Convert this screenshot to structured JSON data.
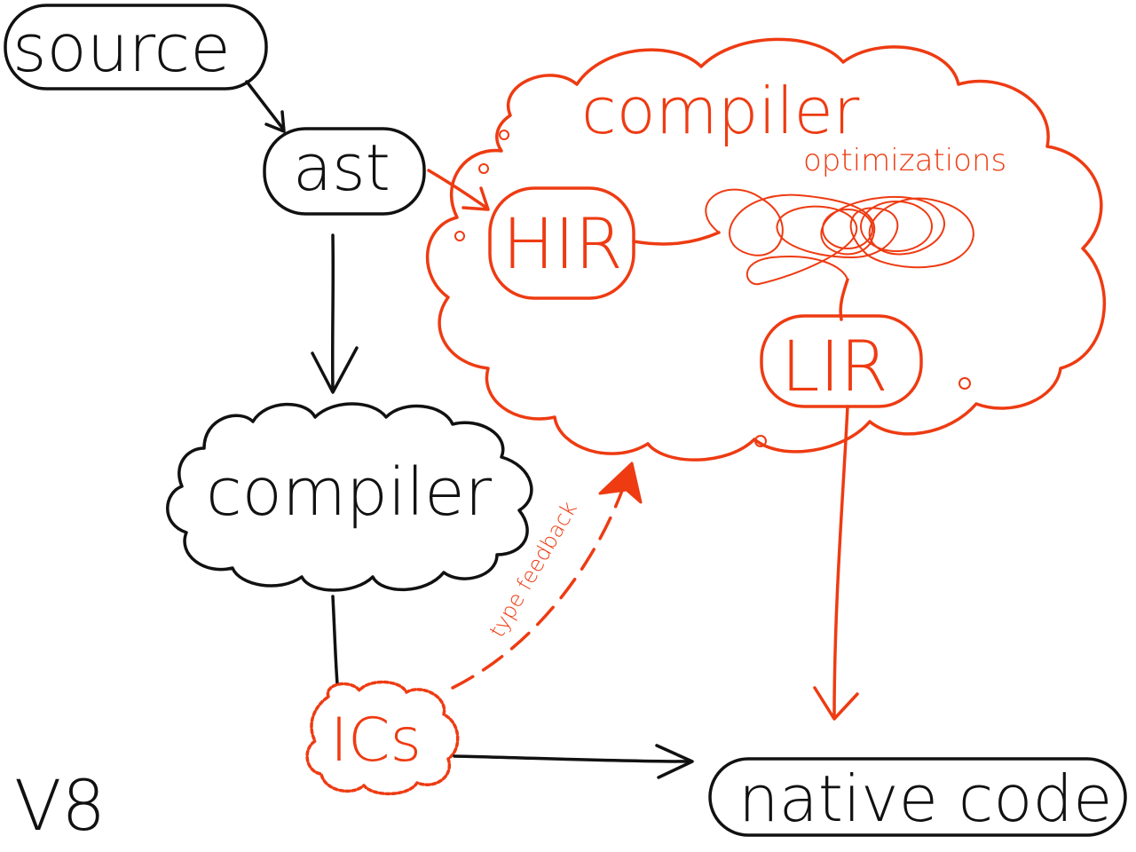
{
  "colors": {
    "ink": "#111111",
    "accent": "#ee3b12",
    "background": "#ffffff"
  },
  "nodes": {
    "source": "source",
    "ast": "ast",
    "baseline_compiler": "compiler",
    "optimizing_compiler": "compiler",
    "hir": "HIR",
    "lir": "LIR",
    "optimizations": "optimizations",
    "ics": "ICs",
    "native_code": "native code"
  },
  "edges": {
    "type_feedback": "type feedback"
  },
  "corner_label": "V8"
}
